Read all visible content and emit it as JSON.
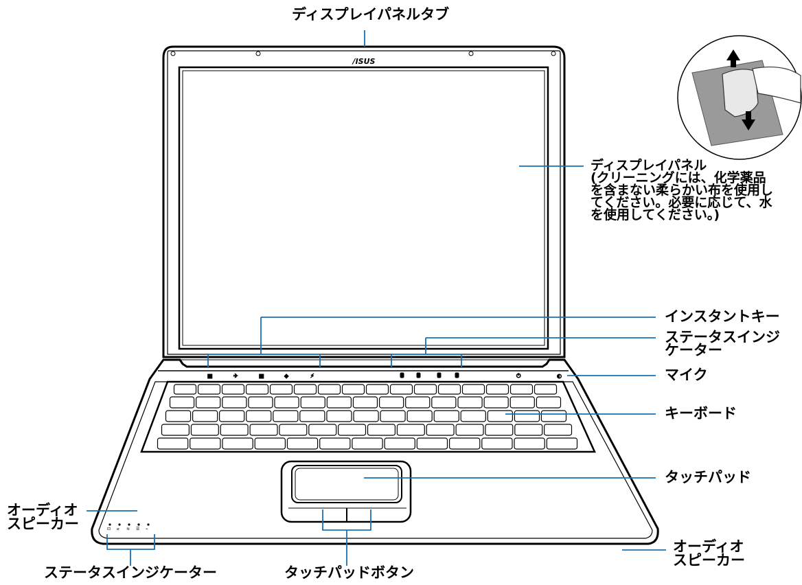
{
  "brand": "/ISUS",
  "labels": {
    "display_panel_tab": "ディスプレイパネルタブ",
    "display_panel": {
      "title": "ディスプレイパネル",
      "note_lines": [
        "(クリーニングには、化学薬品",
        "を含まない柔らかい布を使用し",
        "てください。必要に応じて、水",
        "を使用してください。)"
      ]
    },
    "instant_keys": "インスタントキー",
    "status_indicators_top": [
      "ステータスインジ",
      "ケーター"
    ],
    "microphone": "マイク",
    "keyboard": "キーボード",
    "touchpad": "タッチパッド",
    "audio_speaker_left": [
      "オーディオ",
      "スピーカー"
    ],
    "audio_speaker_right": [
      "オーディオ",
      "スピーカー"
    ],
    "status_indicators_bottom": "ステータスインジケーター",
    "touchpad_buttons": "タッチパッドボタン"
  }
}
